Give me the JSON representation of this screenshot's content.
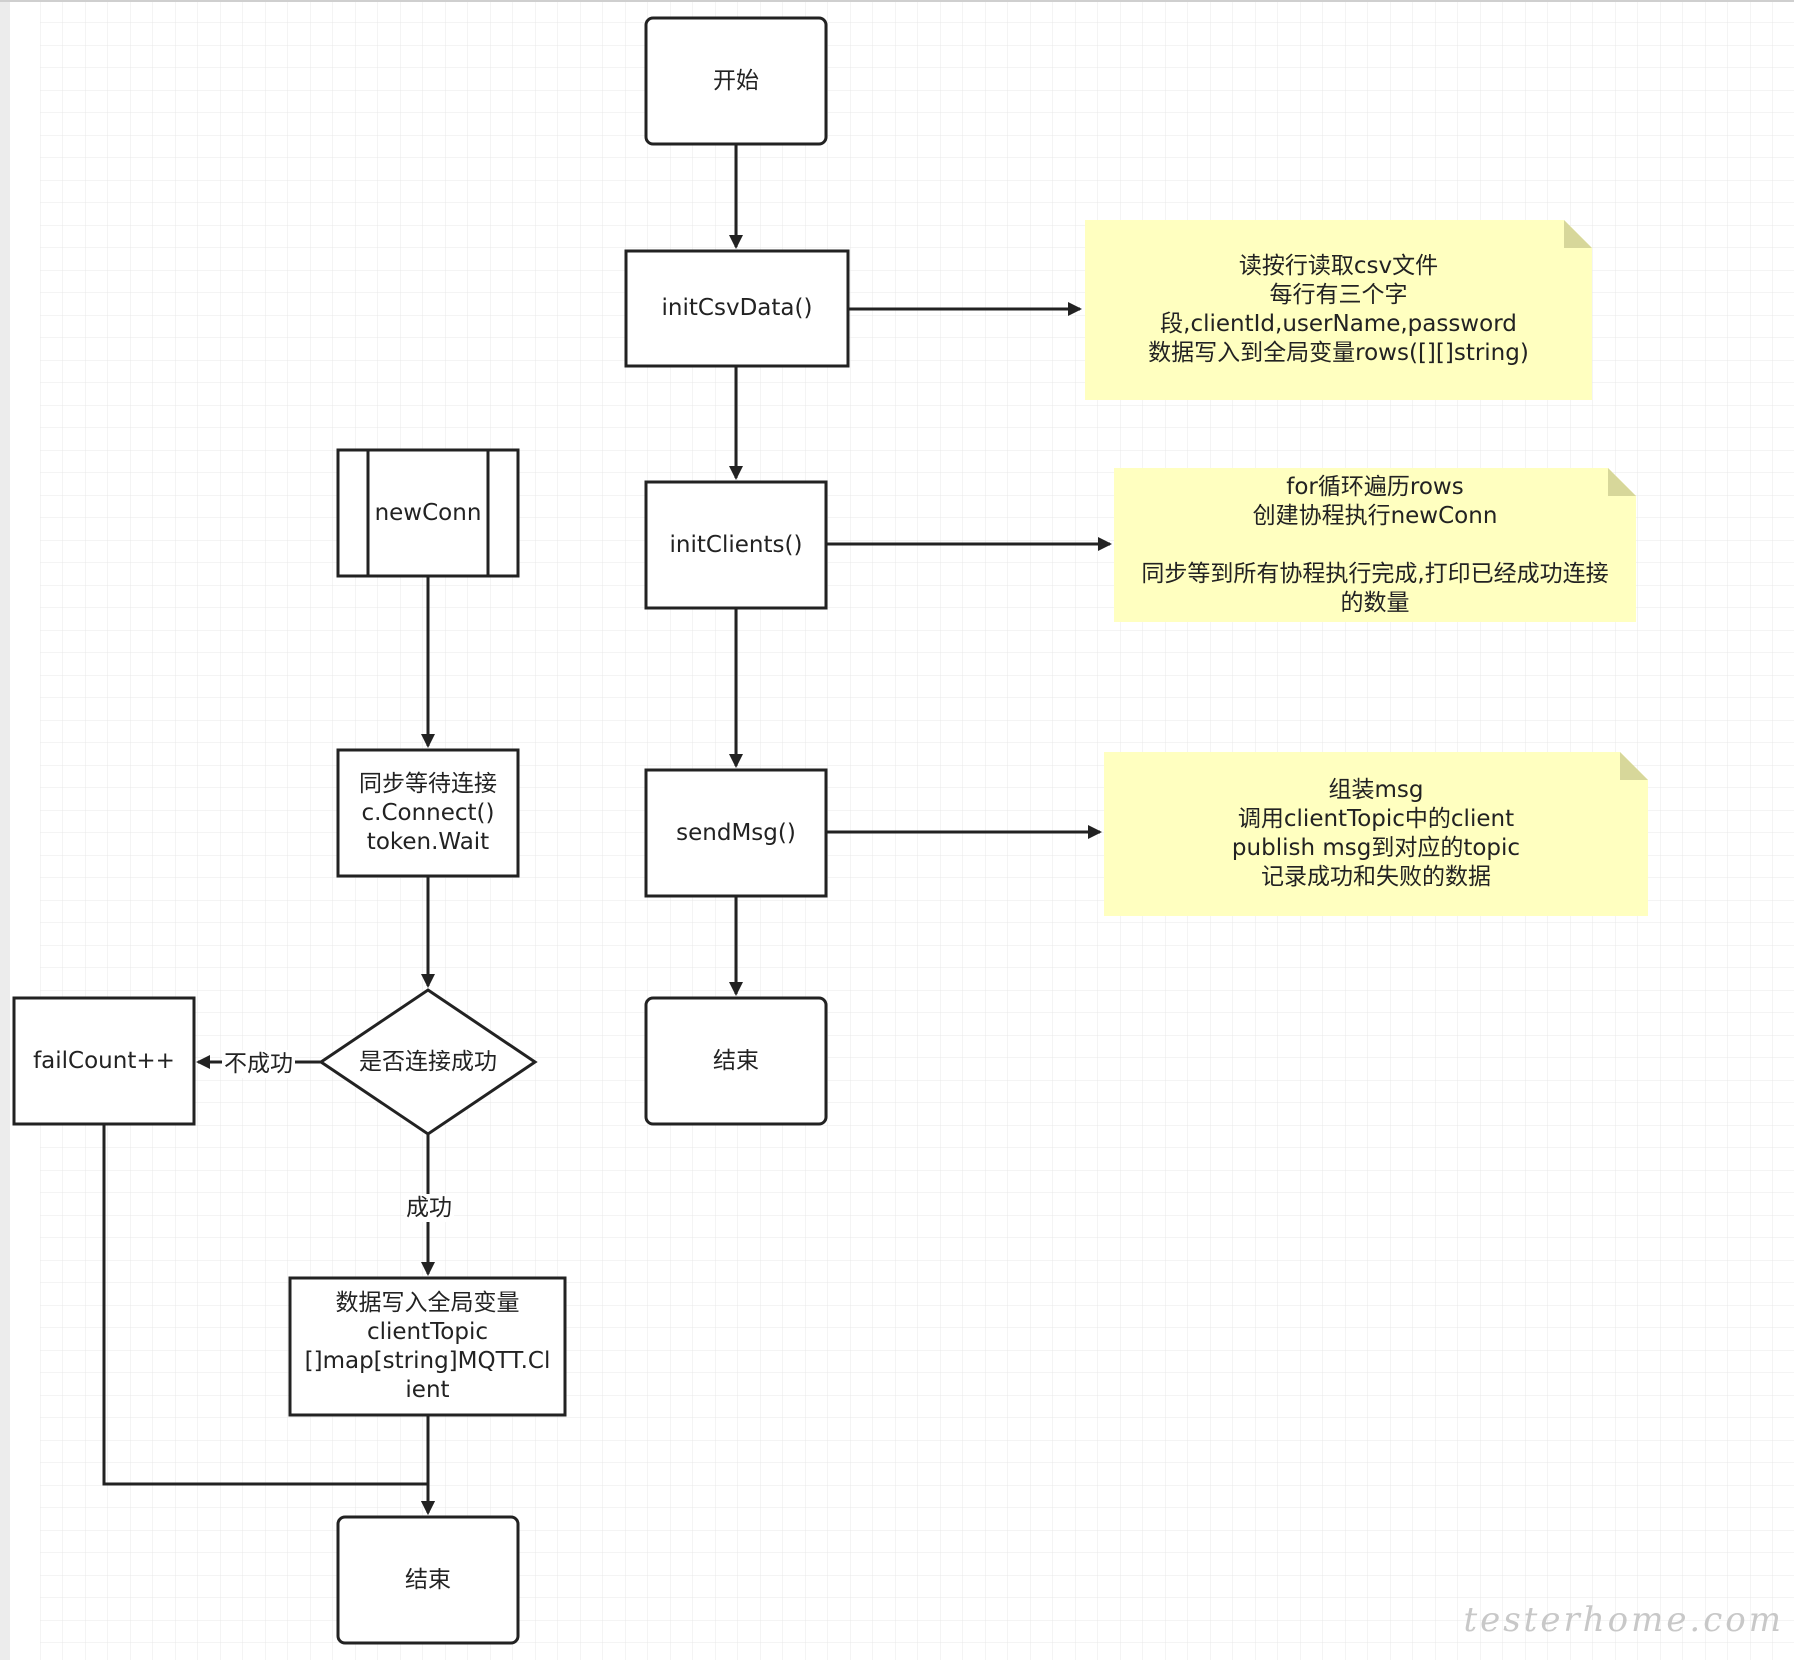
{
  "diagram": {
    "main_flow": {
      "start": "开始",
      "init_csv": "initCsvData()",
      "init_clients": "initClients()",
      "send_msg": "sendMsg()",
      "end": "结束"
    },
    "notes": {
      "csv_note": [
        "读按行读取csv文件",
        "每行有三个字",
        "段,clientId,userName,password",
        "数据写入到全局变量rows([][]string)"
      ],
      "clients_note": [
        "for循环遍历rows",
        "创建协程执行newConn",
        "",
        "同步等到所有协程执行完成,打印已经成功连接",
        "的数量"
      ],
      "msg_note": [
        "组装msg",
        "调用clientTopic中的client",
        "publish msg到对应的topic",
        "记录成功和失败的数据"
      ]
    },
    "sub_flow": {
      "new_conn": "newConn",
      "wait_connect": [
        "同步等待连接",
        "c.Connect()",
        "token.Wait"
      ],
      "decision": "是否连接成功",
      "fail_count": "failCount++",
      "write_topic": [
        "数据写入全局变量",
        "clientTopic",
        "[]map[string]MQTT.Cl",
        "ient"
      ],
      "end": "结束"
    },
    "edge_labels": {
      "fail": "不成功",
      "success": "成功"
    }
  },
  "watermark": "testerhome.com",
  "colors": {
    "note_fill": "#ffffc0",
    "note_corner": "#d7d79a",
    "stroke": "#222222",
    "grid_line": "#e8e8e8"
  }
}
